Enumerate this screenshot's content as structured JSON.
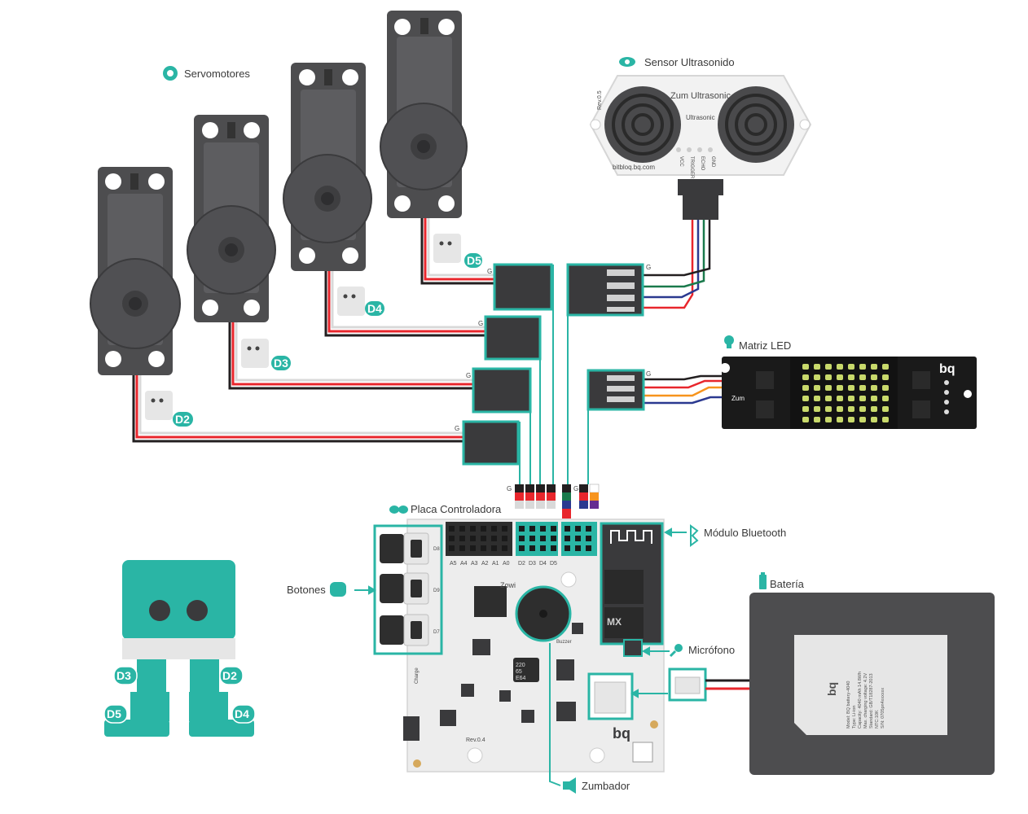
{
  "labels": {
    "servos": "Servomotores",
    "ultrasonic": "Sensor Ultrasonido",
    "led_matrix": "Matriz LED",
    "controller": "Placa Controladora",
    "bluetooth": "Módulo Bluetooth",
    "buttons": "Botones",
    "battery": "Batería",
    "microphone": "Micrófono",
    "buzzer": "Zumbador"
  },
  "servo_pins": [
    "D5",
    "D4",
    "D3",
    "D2"
  ],
  "robot_pins": [
    "D3",
    "D2",
    "D5",
    "D4"
  ],
  "ultrasonic_board": {
    "rev": "Rev.0.5",
    "name": "Zum Ultrasonic",
    "sub": "Ultrasonic",
    "url": "bitbloq.bq.com",
    "pins": [
      "VCC",
      "TRIGGER",
      "ECHO",
      "GND"
    ]
  },
  "led_board": {
    "brand": "bq",
    "name": "Zum"
  },
  "controller_board": {
    "analog": [
      "A5",
      "A4",
      "A3",
      "A2",
      "A1",
      "A0"
    ],
    "digital": [
      "D2",
      "D3",
      "D4",
      "D5"
    ],
    "name": "Zowi",
    "brand": "bq",
    "rev": "Rev.0.4",
    "charge": "Charge",
    "mx": "MX",
    "buzzer_cap": [
      "220",
      "65",
      "E64"
    ],
    "buzzer_silk": "Buzzer",
    "button_pins": [
      "D8",
      "D9",
      "D7"
    ]
  },
  "battery_label": {
    "brand": "bq",
    "lines": [
      "Model: BQ battery-4040",
      "Type: Li-ion",
      "Capacity: 4040 mAh  14.8Wh",
      "Max. charging voltage: 4.2V",
      "Standard: GB/T18287-2013",
      "NTC:10K",
      "S/N: 0705pn4xxxxxx"
    ]
  },
  "connector_g": "G",
  "colors": {
    "teal": "#2ab5a5",
    "servo_dark": "#4d4d4f",
    "wire_red": "#e8262c",
    "wire_black": "#231f20",
    "wire_white": "#d9d9d9",
    "wire_blue": "#2b3990",
    "wire_green": "#1a7a4c",
    "wire_orange": "#f7941d",
    "wire_purple": "#662d91"
  }
}
